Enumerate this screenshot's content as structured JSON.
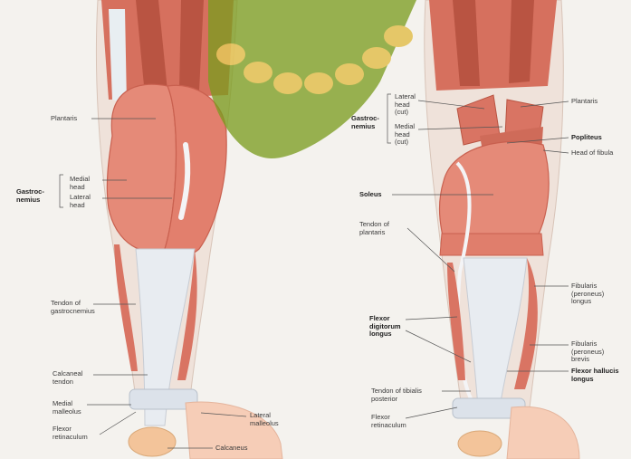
{
  "colors": {
    "background": "#f4f2ee",
    "muscle": "#e58a78",
    "muscle_dark": "#c9604f",
    "muscle_light": "#f2b3a3",
    "tendon": "#e8ecf1",
    "skin": "#f6cdb7",
    "watermark": "#7a9c1e",
    "watermark_gold": "#e4c35a"
  },
  "left_view": {
    "labels": {
      "plantaris": "Plantaris",
      "gastrocnemius_group": [
        "Gastroc-",
        "nemius"
      ],
      "medial_head": [
        "Medial",
        "head"
      ],
      "lateral_head": [
        "Lateral",
        "head"
      ],
      "tendon_gastrocnemius": [
        "Tendon of",
        "gastrocnemius"
      ],
      "calcaneal_tendon": [
        "Calcaneal",
        "tendon"
      ],
      "medial_malleolus": [
        "Medial",
        "malleolus"
      ],
      "flexor_retinaculum": [
        "Flexor",
        "retinaculum"
      ],
      "lateral_malleolus": [
        "Lateral",
        "malleolus"
      ],
      "calcaneus": "Calcaneus"
    }
  },
  "right_view": {
    "labels": {
      "gastrocnemius_group": [
        "Gastroc-",
        "nemius"
      ],
      "lateral_head_cut": [
        "Lateral",
        "head",
        "(cut)"
      ],
      "medial_head_cut": [
        "Medial",
        "head",
        "(cut)"
      ],
      "plantaris": "Plantaris",
      "popliteus": "Popliteus",
      "head_of_fibula": "Head of fibula",
      "soleus": "Soleus",
      "tendon_plantaris": [
        "Tendon of",
        "plantaris"
      ],
      "fibularis_longus": [
        "Fibularis",
        "(peroneus)",
        "longus"
      ],
      "flexor_digitorum_longus": [
        "Flexor",
        "digitorum",
        "longus"
      ],
      "fibularis_brevis": [
        "Fibularis",
        "(peroneus)",
        "brevis"
      ],
      "flexor_hallucis_longus": [
        "Flexor hallucis",
        "longus"
      ],
      "tendon_tibialis_posterior": [
        "Tendon of tibialis",
        "posterior"
      ],
      "flexor_retinaculum": [
        "Flexor",
        "retinaculum"
      ]
    }
  }
}
